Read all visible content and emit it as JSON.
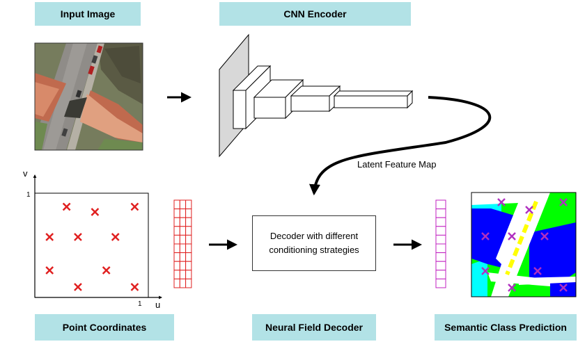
{
  "headers": {
    "input_image": "Input Image",
    "cnn_encoder": "CNN Encoder",
    "point_coordinates": "Point Coordinates",
    "neural_field_decoder": "Neural Field Decoder",
    "semantic_class_prediction": "Semantic Class Prediction"
  },
  "latent_label": "Latent Feature Map",
  "decoder_box": {
    "line1": "Decoder with different",
    "line2": "conditioning strategies"
  },
  "plot": {
    "y_axis_label": "v",
    "x_axis_label": "u",
    "y_tick": "1",
    "x_tick": "1",
    "points": [
      {
        "u": 0.28,
        "v": 0.87
      },
      {
        "u": 0.53,
        "v": 0.82
      },
      {
        "u": 0.88,
        "v": 0.87
      },
      {
        "u": 0.13,
        "v": 0.58
      },
      {
        "u": 0.38,
        "v": 0.58
      },
      {
        "u": 0.71,
        "v": 0.58
      },
      {
        "u": 0.13,
        "v": 0.26
      },
      {
        "u": 0.63,
        "v": 0.26
      },
      {
        "u": 0.38,
        "v": 0.1
      },
      {
        "u": 0.88,
        "v": 0.1
      }
    ]
  },
  "colors": {
    "header_bg": "#b2e2e6",
    "point_marker": "#e02020",
    "feature_grid": "#e02020",
    "output_grid": "#c020c0",
    "prediction_marker": "#b030c0",
    "class_building": "#0000ff",
    "class_vegetation": "#00ff00",
    "class_impervious": "#ffffff",
    "class_low_vegetation": "#00ffff",
    "class_car": "#ffff00"
  }
}
